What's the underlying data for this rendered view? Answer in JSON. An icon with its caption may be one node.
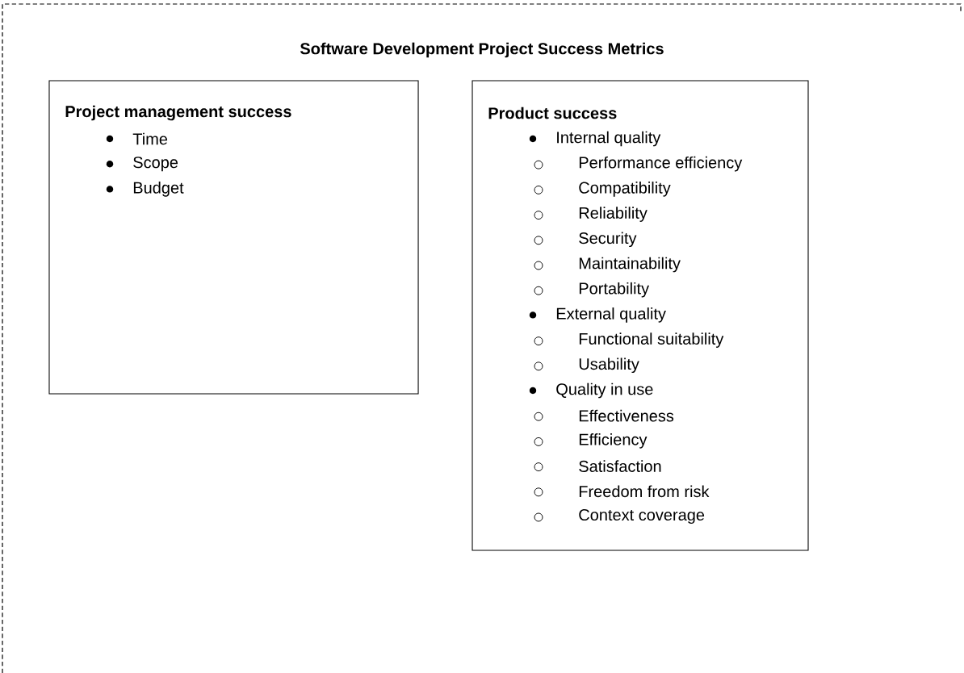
{
  "diagram": {
    "title": "Software Development Project Success Metrics",
    "nodes": [
      {
        "text": [
          "Project management success",
          "Time",
          "Scope",
          "Budget"
        ]
      },
      {
        "text": [
          "Product success",
          "Internal quality",
          "Performance efficiency",
          "Compatibility",
          "Reliability",
          "Security",
          "Maintainability",
          "Portability",
          "External quality",
          "Functional suitability",
          "Usability",
          "Quality in use",
          "Effectiveness",
          "Efficiency",
          "Satisfaction",
          "Freedom from risk",
          "Context coverage"
        ]
      }
    ]
  }
}
